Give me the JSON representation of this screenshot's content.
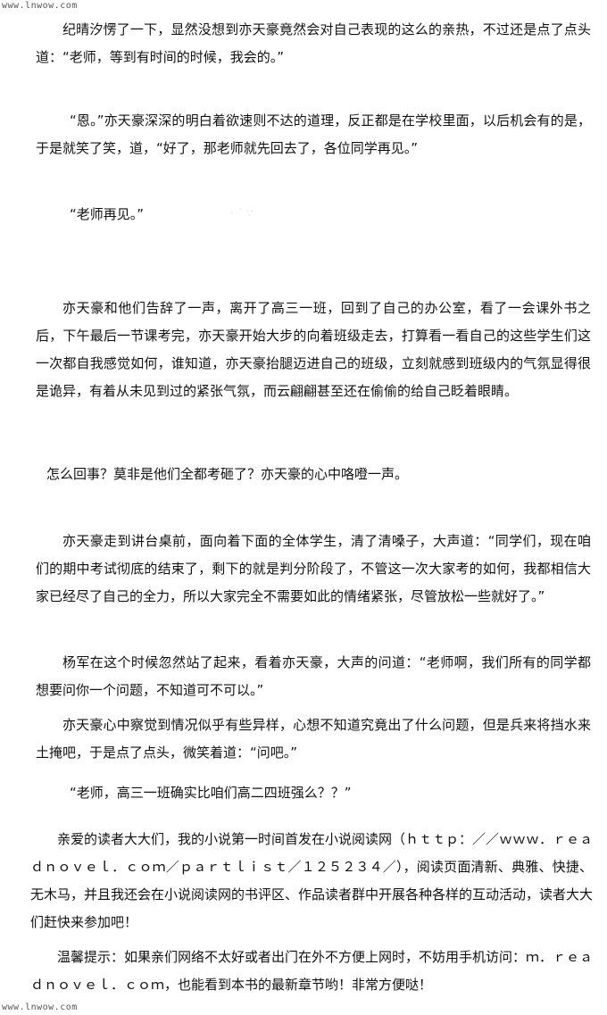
{
  "watermark": {
    "top": "www.lnwow.com",
    "bottom": "www.lnwow.com"
  },
  "paragraphs": [
    "纪晴汐愣了一下，显然没想到亦天豪竟然会对自己表现的这么的亲热，不过还是点了点头道：“老师，等到有时间的时候，我会的。”",
    "“恩。”亦天豪深深的明白着欲速则不达的道理，反正都是在学校里面，以后机会有的是，于是就笑了笑，道，“好了，那老师就先回去了，各位同学再见。”",
    "“老师再见。”",
    "亦天豪和他们告辞了一声，离开了高三一班，回到了自己的办公室，看了一会课外书之后，下午最后一节课考完，亦天豪开始大步的向着班级走去，打算看一看自己的这些学生们这一次都自我感觉如何，谁知道，亦天豪抬腿迈进自己的班级，立刻就感到班级内的气氛显得很是诡异，有着从未见到过的紧张气氛，而云翩翩甚至还在偷偷的给自己眨着眼睛。",
    "怎么回事？莫非是他们全都考砸了？亦天豪的心中咯噔一声。",
    "亦天豪走到讲台桌前，面向着下面的全体学生，清了清嗓子，大声道：“同学们，现在咱们的期中考试彻底的结束了，剩下的就是判分阶段了，不管这一次大家考的如何，我都相信大家已经尽了自己的全力，所以大家完全不需要如此的情绪紧张，尽管放松一些就好了。”",
    "杨军在这个时候忽然站了起来，看着亦天豪，大声的问道：“老师啊，我们所有的同学都想要问你一个问题，不知道可不可以。”",
    "亦天豪心中察觉到情况似乎有些异样，心想不知道究竟出了什么问题，但是兵来将挡水来土掩吧，于是点了点头，微笑着道：“问吧。”",
    "“老师，高三一班确实比咱们高二四班强么？？”"
  ],
  "notices": [
    "亲爱的读者大大们，我的小说第一时间首发在小说阅读网（ｈｔｔｐ：／／ｗｗｗ．ｒｅａｄｎｏｖｅｌ．ｃｏｍ／ｐａｒｔｌｉｓｔ／１２５２３４／），阅读页面清新、典雅、快捷、无木马，并且我还会在小说阅读网的书评区、作品读者群中开展各种各样的互动活动，读者大大们赶快来参加吧！",
    "温馨提示：如果亲们网络不太好或者出门在外不方便上网时，不妨用手机访问：ｍ．ｒｅａｄｎｏｖｅｌ．ｃｏｍ，也能看到本书的最新章节哟！非常方便哒！"
  ]
}
